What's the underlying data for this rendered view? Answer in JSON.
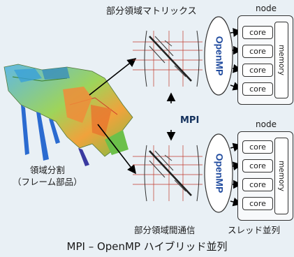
{
  "title": "MPI – OpenMP ハイブリッド並列",
  "labels": {
    "matrix": "部分領域マトリックス",
    "domain_line1": "領域分割",
    "domain_line2": "（フレーム部品）",
    "mpi": "MPI",
    "comm": "部分領域間通信",
    "threads": "スレッド並列",
    "openmp": "OpenMP"
  },
  "nodes": [
    {
      "title": "node",
      "cores": [
        "core",
        "core",
        "core",
        "core"
      ],
      "memory": "memory"
    },
    {
      "title": "node",
      "cores": [
        "core",
        "core",
        "core",
        "core"
      ],
      "memory": "memory"
    }
  ],
  "colors": {
    "background": "#e9f0f5",
    "openmp_text": "#1f4a9e",
    "mpi_text": "#13305c",
    "grid_line": "#c0392b"
  }
}
